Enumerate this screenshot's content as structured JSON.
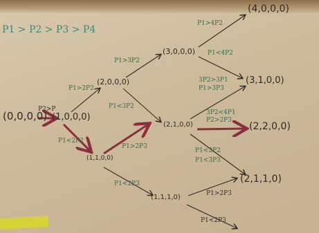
{
  "nodes": {
    "root": "(0,0,0,0)",
    "n1000": "(1,0,0,0)",
    "n2000": "(2,0,0,0)",
    "n1100": "(1,1,0,0)",
    "n3000": "(3,0,0,0)",
    "n4000": "(4,0,0,0)",
    "n3100": "(3,1,0,0)",
    "n2100": "(2,1,0,0)",
    "n2200": "(2,2,0,0)",
    "n2110": "(2,1,1,0)",
    "n1110": "(1,1,1,0)"
  },
  "ordering": "P1 > P2 > P3 > P4",
  "conditions": {
    "root_to_1000": "P2>P",
    "to_2000": "P1>2P2",
    "to_1100": "P1<2P2",
    "to_3000": "P1>3P2",
    "from_2000_to_2100": "P1<3P2",
    "from_1100_to_2100": "P1>2P3",
    "from_1100_to_1110": "P1<2P3",
    "to_4000": "P1>4P2",
    "from_3000_to_3100": "P1<4P2",
    "from_2100_to_3100_a": "3P2>3P1",
    "from_2100_to_3100_b": "P1>3P3",
    "from_2100_to_2200_a": "3P2<4P1",
    "from_2100_to_2200_b": "P2>2P3",
    "from_2100_to_2110_a": "P1<2P2",
    "from_2100_to_2110_b": "P1<3P3",
    "from_1110_to_2110": "P1>2P3",
    "from_1110_down": "P1<2P3"
  },
  "colors": {
    "ink": "#2e2a28",
    "highlight_path": "#8a2f3d",
    "green_ink": "#2f6f55",
    "paper": "#d5c4a6"
  }
}
